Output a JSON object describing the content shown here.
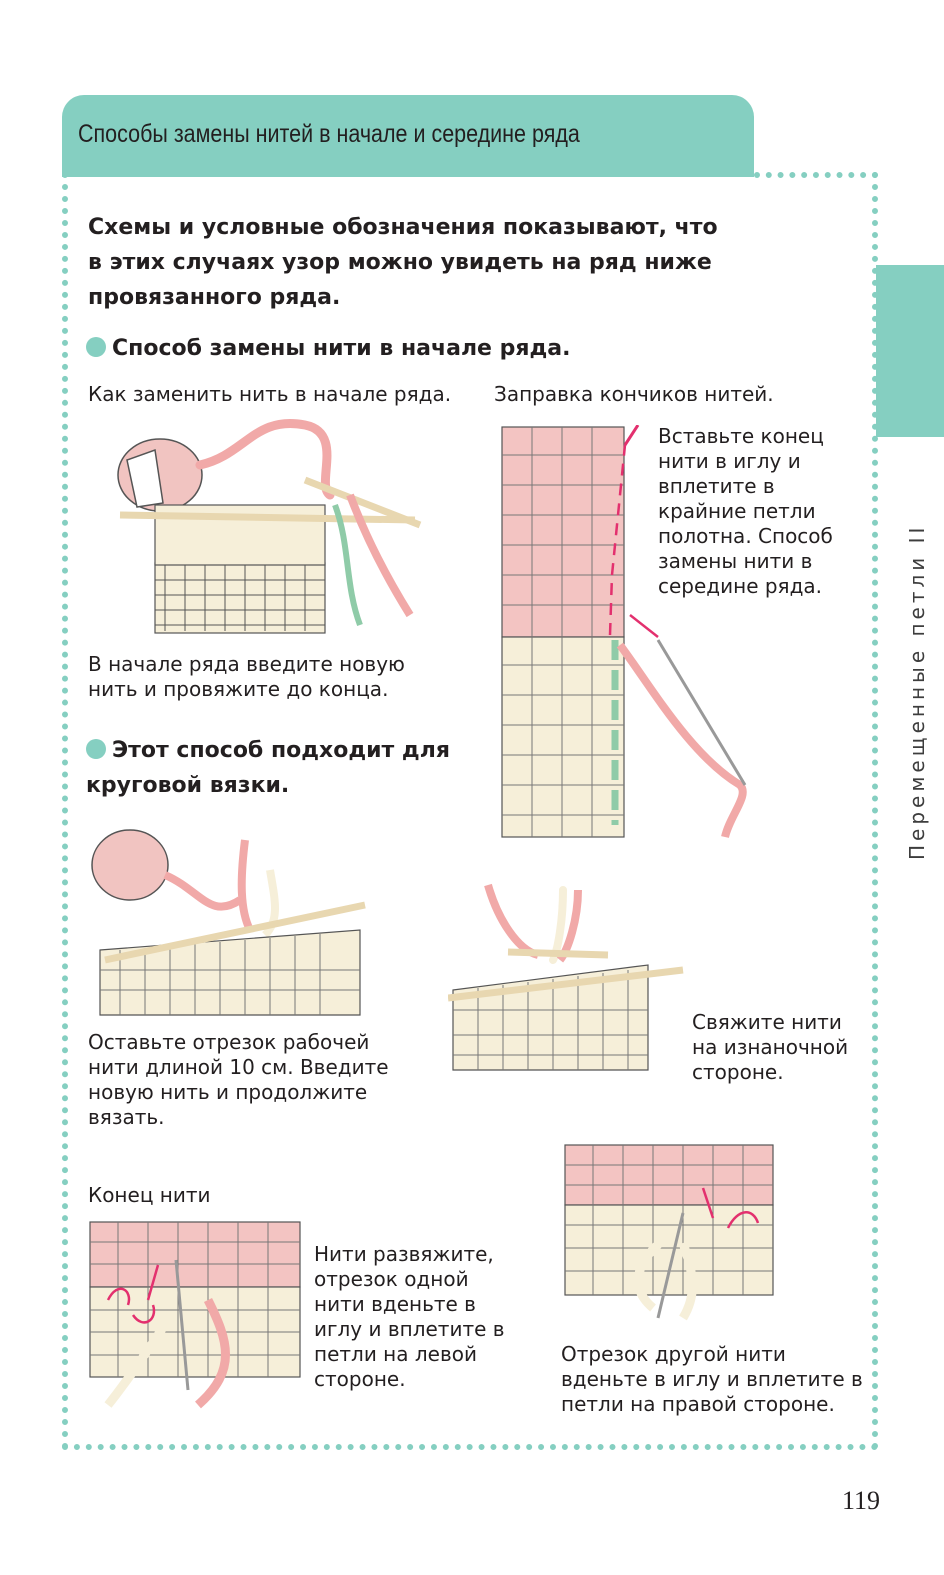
{
  "header": {
    "title": "Способы замены нитей в начале и середине ряда"
  },
  "side_tab": {
    "text": "Перемещенные петли II"
  },
  "intro": {
    "text": "Схемы и условные обозначения показывают, что в этих случаях узор можно увидеть на ряд ниже провязанного ряда."
  },
  "section1": {
    "heading": "Способ замены нити в начале ряда.",
    "left_caption_top": "Как заменить нить в начале ряда.",
    "left_caption_bottom": "В начале ряда введите новую нить и провяжите до конца.",
    "right_caption_top": "Заправка кончиков нитей.",
    "right_caption_side": "Вставьте конец нити в иглу и вплетите в крайние петли полотна. Способ замены нити в середине ряда."
  },
  "section2": {
    "heading": "Этот способ подходит для круговой вязки.",
    "left_caption": "Оставьте отрезок рабочей нити длиной 10 см. Введите новую нить и продолжите вязать.",
    "right_caption": "Свяжите нити на изнаночной стороне.",
    "end_label": "Конец нити",
    "bottom_left_caption": "Нити развяжите, отрезок одной нити вденьте в иглу и вплетите в петли на левой стороне.",
    "bottom_right_caption": "Отрезок другой нити вденьте в иглу и вплетите в петли на правой стороне."
  },
  "page_number": "119",
  "colors": {
    "accent": "#85cfc1",
    "pink_yarn": "#f1a9a8",
    "cream_yarn": "#f6efd9",
    "green_yarn": "#8fcba8",
    "arrow": "#e3306e"
  }
}
